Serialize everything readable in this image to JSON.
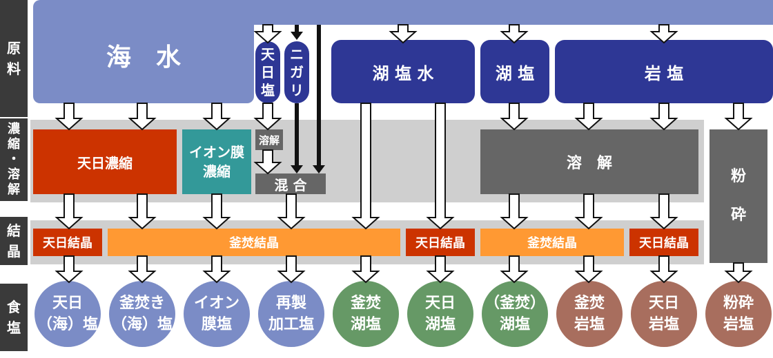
{
  "stages": {
    "raw": "原\n料",
    "concentrate": "濃\n縮\n・\n溶\n解",
    "crystallize": "結\n晶",
    "salt": "食\n塩"
  },
  "sources": {
    "seawater": "海　水",
    "sun_salt": "天\n日\n塩",
    "nigari": "ニ\nガ\nリ",
    "lake_water": "湖 塩 水",
    "lake_salt": "湖 塩",
    "rock_salt": "岩 塩"
  },
  "processes": {
    "solar_concentration": "天日濃縮",
    "ion_membrane": "イオン膜\n濃縮",
    "dissolve_small": "溶解",
    "mix": "混 合",
    "dissolve": "溶　解",
    "crush": "粉\n\n砕"
  },
  "crystallization": {
    "solar_1": "天日結晶",
    "kettle_1": "釜焚結晶",
    "solar_2": "天日結晶",
    "kettle_2": "釜焚結晶",
    "solar_3": "天日結晶"
  },
  "salts": [
    {
      "label": "天日\n（海）塩",
      "color": "blue"
    },
    {
      "label": "釜焚き\n（海）塩",
      "color": "blue"
    },
    {
      "label": "イオン\n膜塩",
      "color": "blue"
    },
    {
      "label": "再製\n加工塩",
      "color": "blue"
    },
    {
      "label": "釜焚\n湖塩",
      "color": "green"
    },
    {
      "label": "天日\n湖塩",
      "color": "green"
    },
    {
      "label": "（釜焚）\n湖塩",
      "color": "green"
    },
    {
      "label": "釜焚\n岩塩",
      "color": "brown"
    },
    {
      "label": "天日\n岩塩",
      "color": "brown"
    },
    {
      "label": "粉砕\n岩塩",
      "color": "brown"
    }
  ]
}
